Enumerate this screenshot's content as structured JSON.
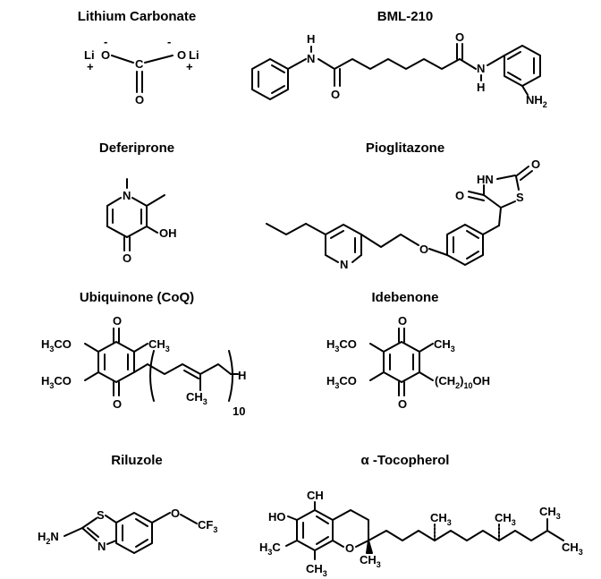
{
  "titles": {
    "lithium": "Lithium Carbonate",
    "bml": "BML-210",
    "deferiprone": "Deferiprone",
    "pioglitazone": "Pioglitazone",
    "ubiquinone": "Ubiquinone (CoQ)",
    "idebenone": "Idebenone",
    "riluzole": "Riluzole",
    "tocopherol": "α -Tocopherol"
  },
  "atoms": {
    "Li": "Li",
    "O": "O",
    "C": "C",
    "N": "N",
    "H": "H",
    "S": "S",
    "minus": "-",
    "plus": "+",
    "NH": "NH",
    "HN": "HN",
    "OH": "OH",
    "HO": "HO",
    "CH": "CH",
    "CH3": "CH",
    "sub3": "3",
    "sub2": "2",
    "sub10": "10",
    "H3CO": "H",
    "CO": "CO",
    "NH2": "NH",
    "H2N": "H",
    "N_right": "N",
    "CF3": "CF",
    "CH2_10": "(CH",
    "paren_close": ")",
    "H3C": "H",
    "C_letter": "C"
  }
}
